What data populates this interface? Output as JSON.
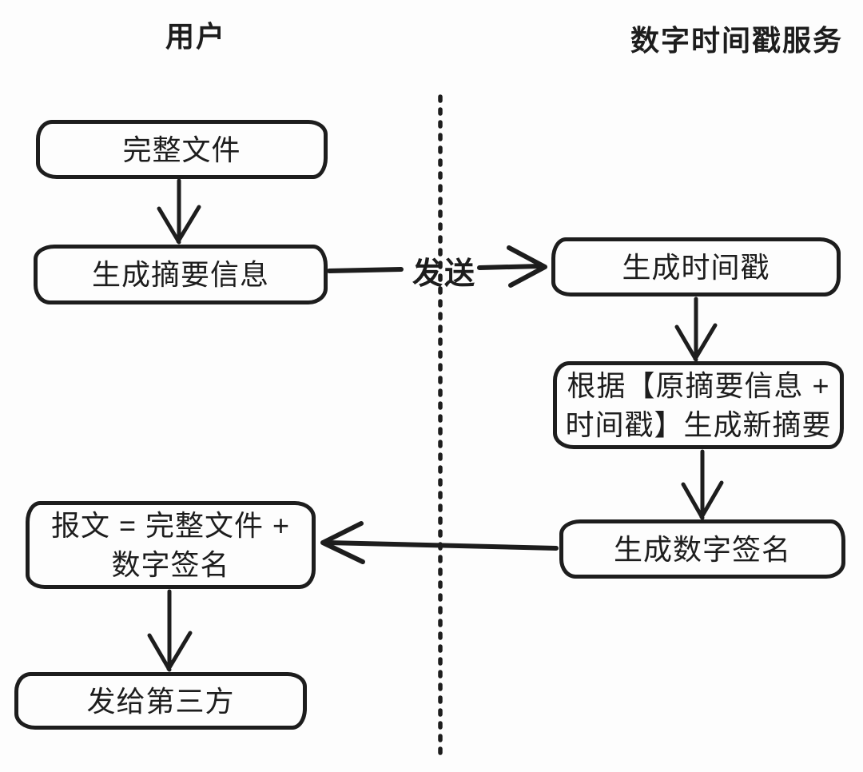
{
  "diagram": {
    "title": "digital-timestamp-service-flow",
    "colors": {
      "ink": "#1d1d1d",
      "background": "#fdfdfd"
    },
    "lanes": {
      "left_header": "用户",
      "right_header": "数字时间戳服务"
    },
    "nodes": {
      "complete_file": {
        "label": "完整文件"
      },
      "generate_digest": {
        "label": "生成摘要信息"
      },
      "generate_timestamp": {
        "label": "生成时间戳"
      },
      "generate_new_digest": {
        "line1": "根据【原摘要信息 +",
        "line2": "时间戳】生成新摘要"
      },
      "generate_signature": {
        "label": "生成数字签名"
      },
      "message": {
        "line1": "报文 = 完整文件 +",
        "line2": "数字签名"
      },
      "send_third_party": {
        "label": "发给第三方"
      }
    },
    "edges": {
      "send_label": "发送"
    }
  }
}
